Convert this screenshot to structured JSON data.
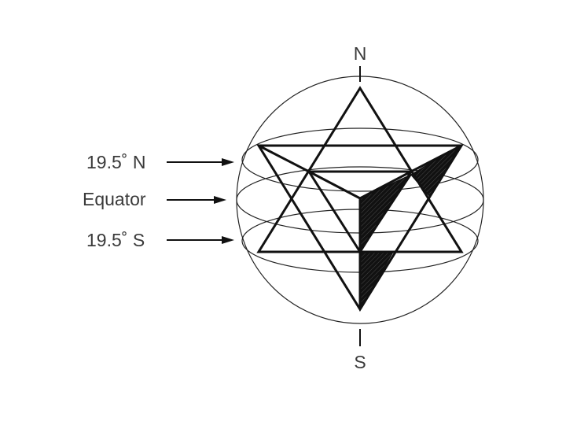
{
  "labels": {
    "north_pole": "N",
    "south_pole": "S",
    "lat_north": "19.5˚ N",
    "equator": "Equator",
    "lat_south": "19.5˚ S"
  },
  "colors": {
    "line": "#111111",
    "text": "#3a3a3a",
    "shade": "#111111",
    "background": "#ffffff"
  }
}
